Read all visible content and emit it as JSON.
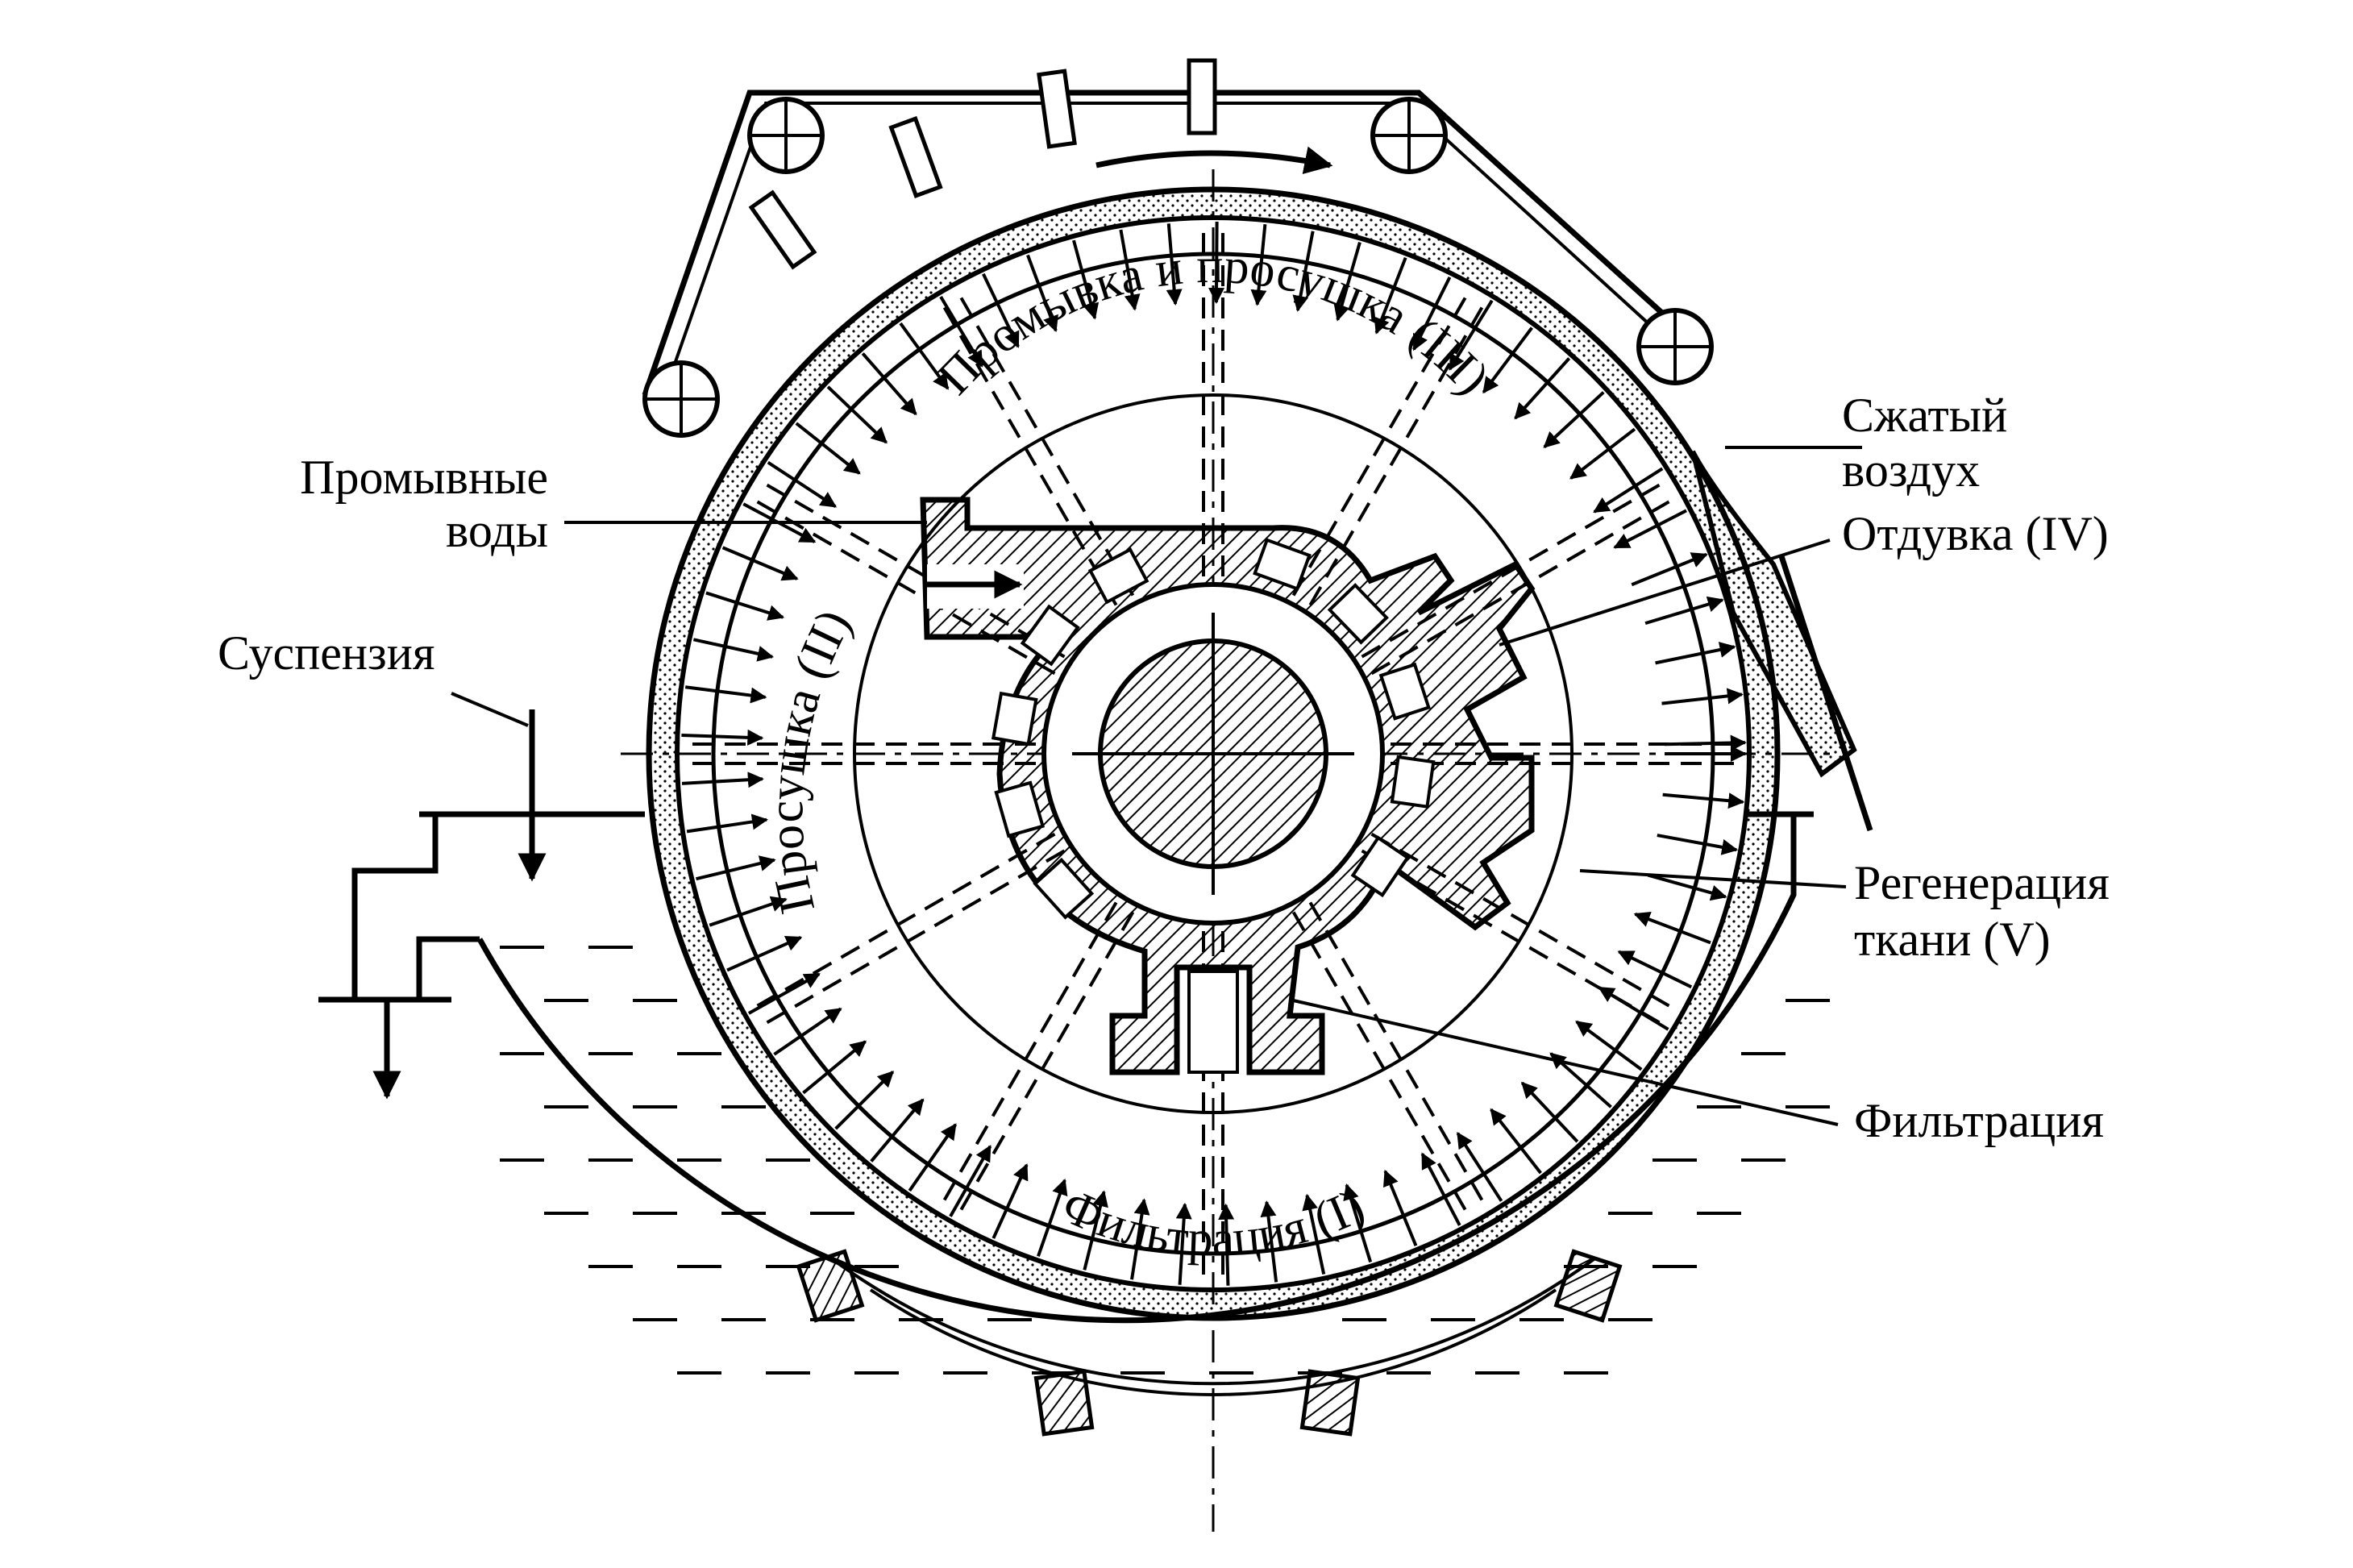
{
  "labels": {
    "wash_water": [
      "Промывные",
      "воды"
    ],
    "suspension": "Суспензия",
    "compressed_air": [
      "Сжатый",
      "воздух"
    ],
    "blowoff": "Отдувка (IV)",
    "regeneration": [
      "Регенерация",
      "ткани (V)"
    ],
    "filtration_outer": "Фильтрация"
  },
  "zones": {
    "washing_drying": "Промывка и просушка (III)",
    "drying": "Просушка (II)",
    "filtration": "Фильтрация (I)"
  }
}
